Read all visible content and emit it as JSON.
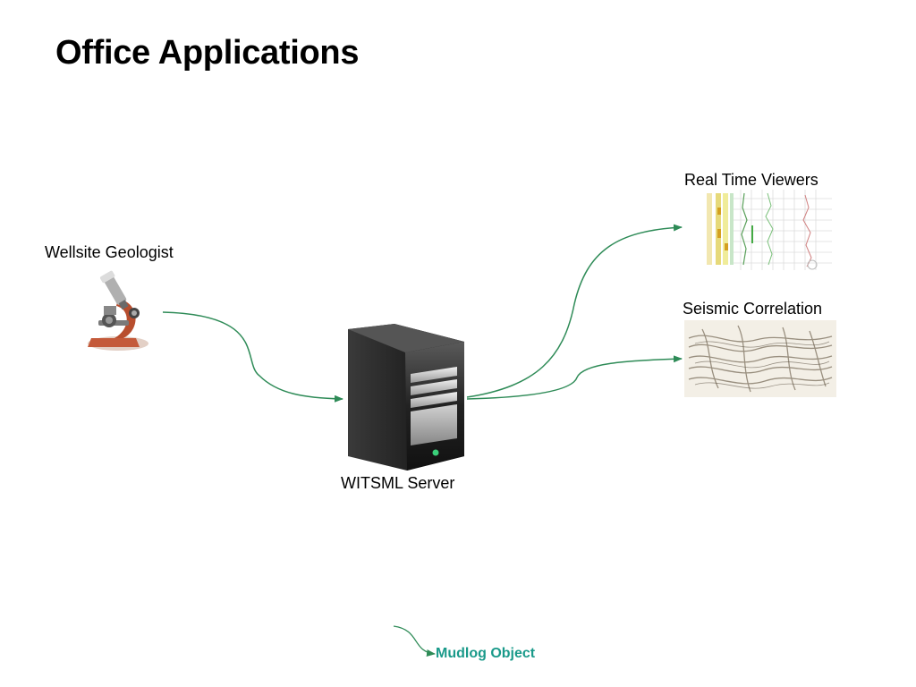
{
  "title": "Office Applications",
  "nodes": {
    "geologist": "Wellsite Geologist",
    "server": "WITSML Server",
    "realtime_viewers": "Real Time Viewers",
    "seismic": "Seismic Correlation"
  },
  "legend": {
    "label": "Mudlog Object"
  },
  "colors": {
    "arrow": "#2e8b57",
    "legend_text": "#1a9a8a"
  },
  "icons": [
    "microscope-icon",
    "server-tower-icon",
    "log-viewer-image",
    "seismic-image"
  ]
}
